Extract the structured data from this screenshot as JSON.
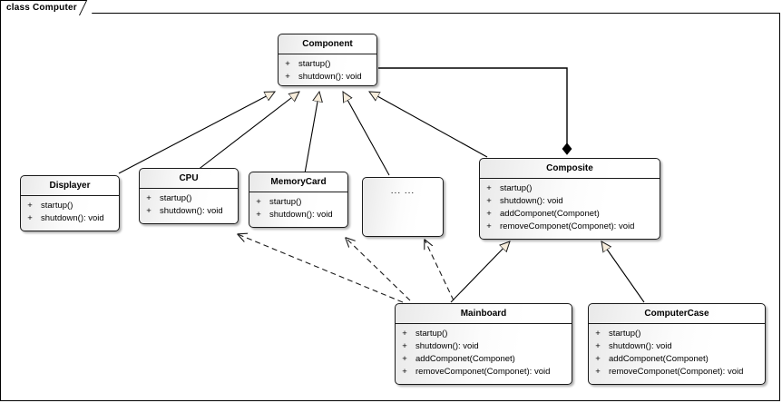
{
  "diagram": {
    "title": "class Computer",
    "type": "uml-class-diagram",
    "colors": {
      "frame_border": "#000000",
      "node_border": "#1a1a1a",
      "node_fill": "#ffffff",
      "link": "#000000",
      "generalization_arrow_fill": "#f7eddc",
      "composition_diamond": "#000000"
    }
  },
  "visibility": {
    "public": "+"
  },
  "nodes": [
    {
      "id": "component",
      "name": "Component",
      "members": [
        {
          "vis": "+",
          "sig": "startup()"
        },
        {
          "vis": "+",
          "sig": "shutdown(): void"
        }
      ]
    },
    {
      "id": "displayer",
      "name": "Displayer",
      "members": [
        {
          "vis": "+",
          "sig": "startup()"
        },
        {
          "vis": "+",
          "sig": "shutdown(): void"
        }
      ]
    },
    {
      "id": "cpu",
      "name": "CPU",
      "members": [
        {
          "vis": "+",
          "sig": "startup()"
        },
        {
          "vis": "+",
          "sig": "shutdown(): void"
        }
      ]
    },
    {
      "id": "memorycard",
      "name": "MemoryCard",
      "members": [
        {
          "vis": "+",
          "sig": "startup()"
        },
        {
          "vis": "+",
          "sig": "shutdown(): void"
        }
      ]
    },
    {
      "id": "ellipsis",
      "name": "... ...",
      "members": []
    },
    {
      "id": "composite",
      "name": "Composite",
      "members": [
        {
          "vis": "+",
          "sig": "startup()"
        },
        {
          "vis": "+",
          "sig": "shutdown(): void"
        },
        {
          "vis": "+",
          "sig": "addComponet(Componet)"
        },
        {
          "vis": "+",
          "sig": "removeComponet(Componet): void"
        }
      ]
    },
    {
      "id": "mainboard",
      "name": "Mainboard",
      "members": [
        {
          "vis": "+",
          "sig": "startup()"
        },
        {
          "vis": "+",
          "sig": "shutdown(): void"
        },
        {
          "vis": "+",
          "sig": "addComponet(Componet)"
        },
        {
          "vis": "+",
          "sig": "removeComponet(Componet): void"
        }
      ]
    },
    {
      "id": "computercase",
      "name": "ComputerCase",
      "members": [
        {
          "vis": "+",
          "sig": "startup()"
        },
        {
          "vis": "+",
          "sig": "shutdown(): void"
        },
        {
          "vis": "+",
          "sig": "addComponet(Componet)"
        },
        {
          "vis": "+",
          "sig": "removeComponet(Componet): void"
        }
      ]
    }
  ],
  "edges": [
    {
      "from": "displayer",
      "to": "component",
      "type": "generalization"
    },
    {
      "from": "cpu",
      "to": "component",
      "type": "generalization"
    },
    {
      "from": "memorycard",
      "to": "component",
      "type": "generalization"
    },
    {
      "from": "ellipsis",
      "to": "component",
      "type": "generalization"
    },
    {
      "from": "composite",
      "to": "component",
      "type": "generalization"
    },
    {
      "from": "mainboard",
      "to": "composite",
      "type": "generalization"
    },
    {
      "from": "computercase",
      "to": "composite",
      "type": "generalization"
    },
    {
      "from": "component",
      "to": "composite",
      "type": "composition"
    },
    {
      "from": "mainboard",
      "to": "cpu",
      "type": "dependency"
    },
    {
      "from": "mainboard",
      "to": "memorycard",
      "type": "dependency"
    },
    {
      "from": "mainboard",
      "to": "ellipsis",
      "type": "dependency"
    }
  ]
}
